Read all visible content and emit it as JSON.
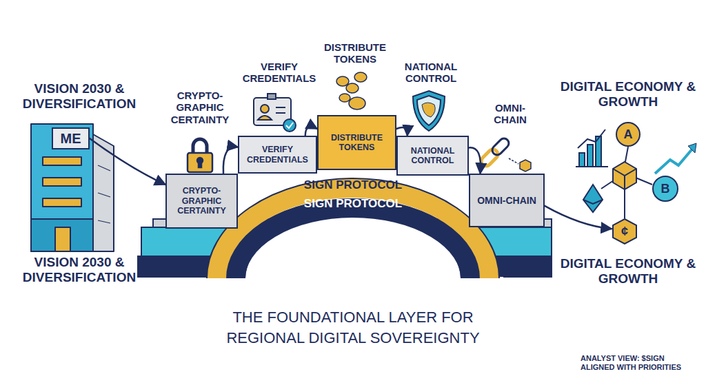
{
  "diagram": {
    "caption": "THE FOUNDATIONAL LAYER FOR REGIONAL DIGITAL SOVEREIGNTY",
    "nodes": [
      {
        "text": [
          "ME"
        ]
      },
      {
        "text": [
          "CRYPTO-GRAPHIC CERTAINTY"
        ]
      },
      {
        "text": [
          "VERIFY CREDENTIALS"
        ]
      },
      {
        "text": [
          "DISTRIBUTE TOKENS"
        ]
      },
      {
        "text": [
          "NATIONAL CONTROL"
        ]
      },
      {
        "text": [
          "OMNI-CHAIN"
        ]
      },
      {
        "text": [
          "SIGN PROTOCOL"
        ]
      },
      {
        "text": [
          "SIGN PROTOCOL"
        ]
      },
      {
        "text": [
          "A"
        ]
      },
      {
        "text": [
          "B"
        ]
      },
      {
        "text": [
          "¢"
        ]
      }
    ],
    "edges": [
      {
        "from": 0,
        "to": 1,
        "arrow": "to"
      },
      {
        "from": 1,
        "to": 2,
        "arrow": "to"
      },
      {
        "from": 2,
        "to": 3,
        "arrow": "to"
      },
      {
        "from": 3,
        "to": 4,
        "arrow": "to"
      },
      {
        "from": 4,
        "to": 5,
        "arrow": "to"
      },
      {
        "from": 5,
        "to": 10,
        "arrow": "to"
      }
    ],
    "labels": [
      "VISION 2030 & DIVERSIFICATION",
      "VISION 2030 & DIVERSIFICATION",
      "CRYPTO-GRAPHIC CERTAINTY",
      "VERIFY CREDENTIALS",
      "DISTRIBUTE TOKENS",
      "NATIONAL CONTROL",
      "OMNI-CHAIN",
      "DIGITAL ECONOMY & GROWTH",
      "DIGITAL ECONOMY & GROWTH",
      "ANALYST VIEW: $SIGN ALIGNED WITH PRIORITIES"
    ]
  }
}
